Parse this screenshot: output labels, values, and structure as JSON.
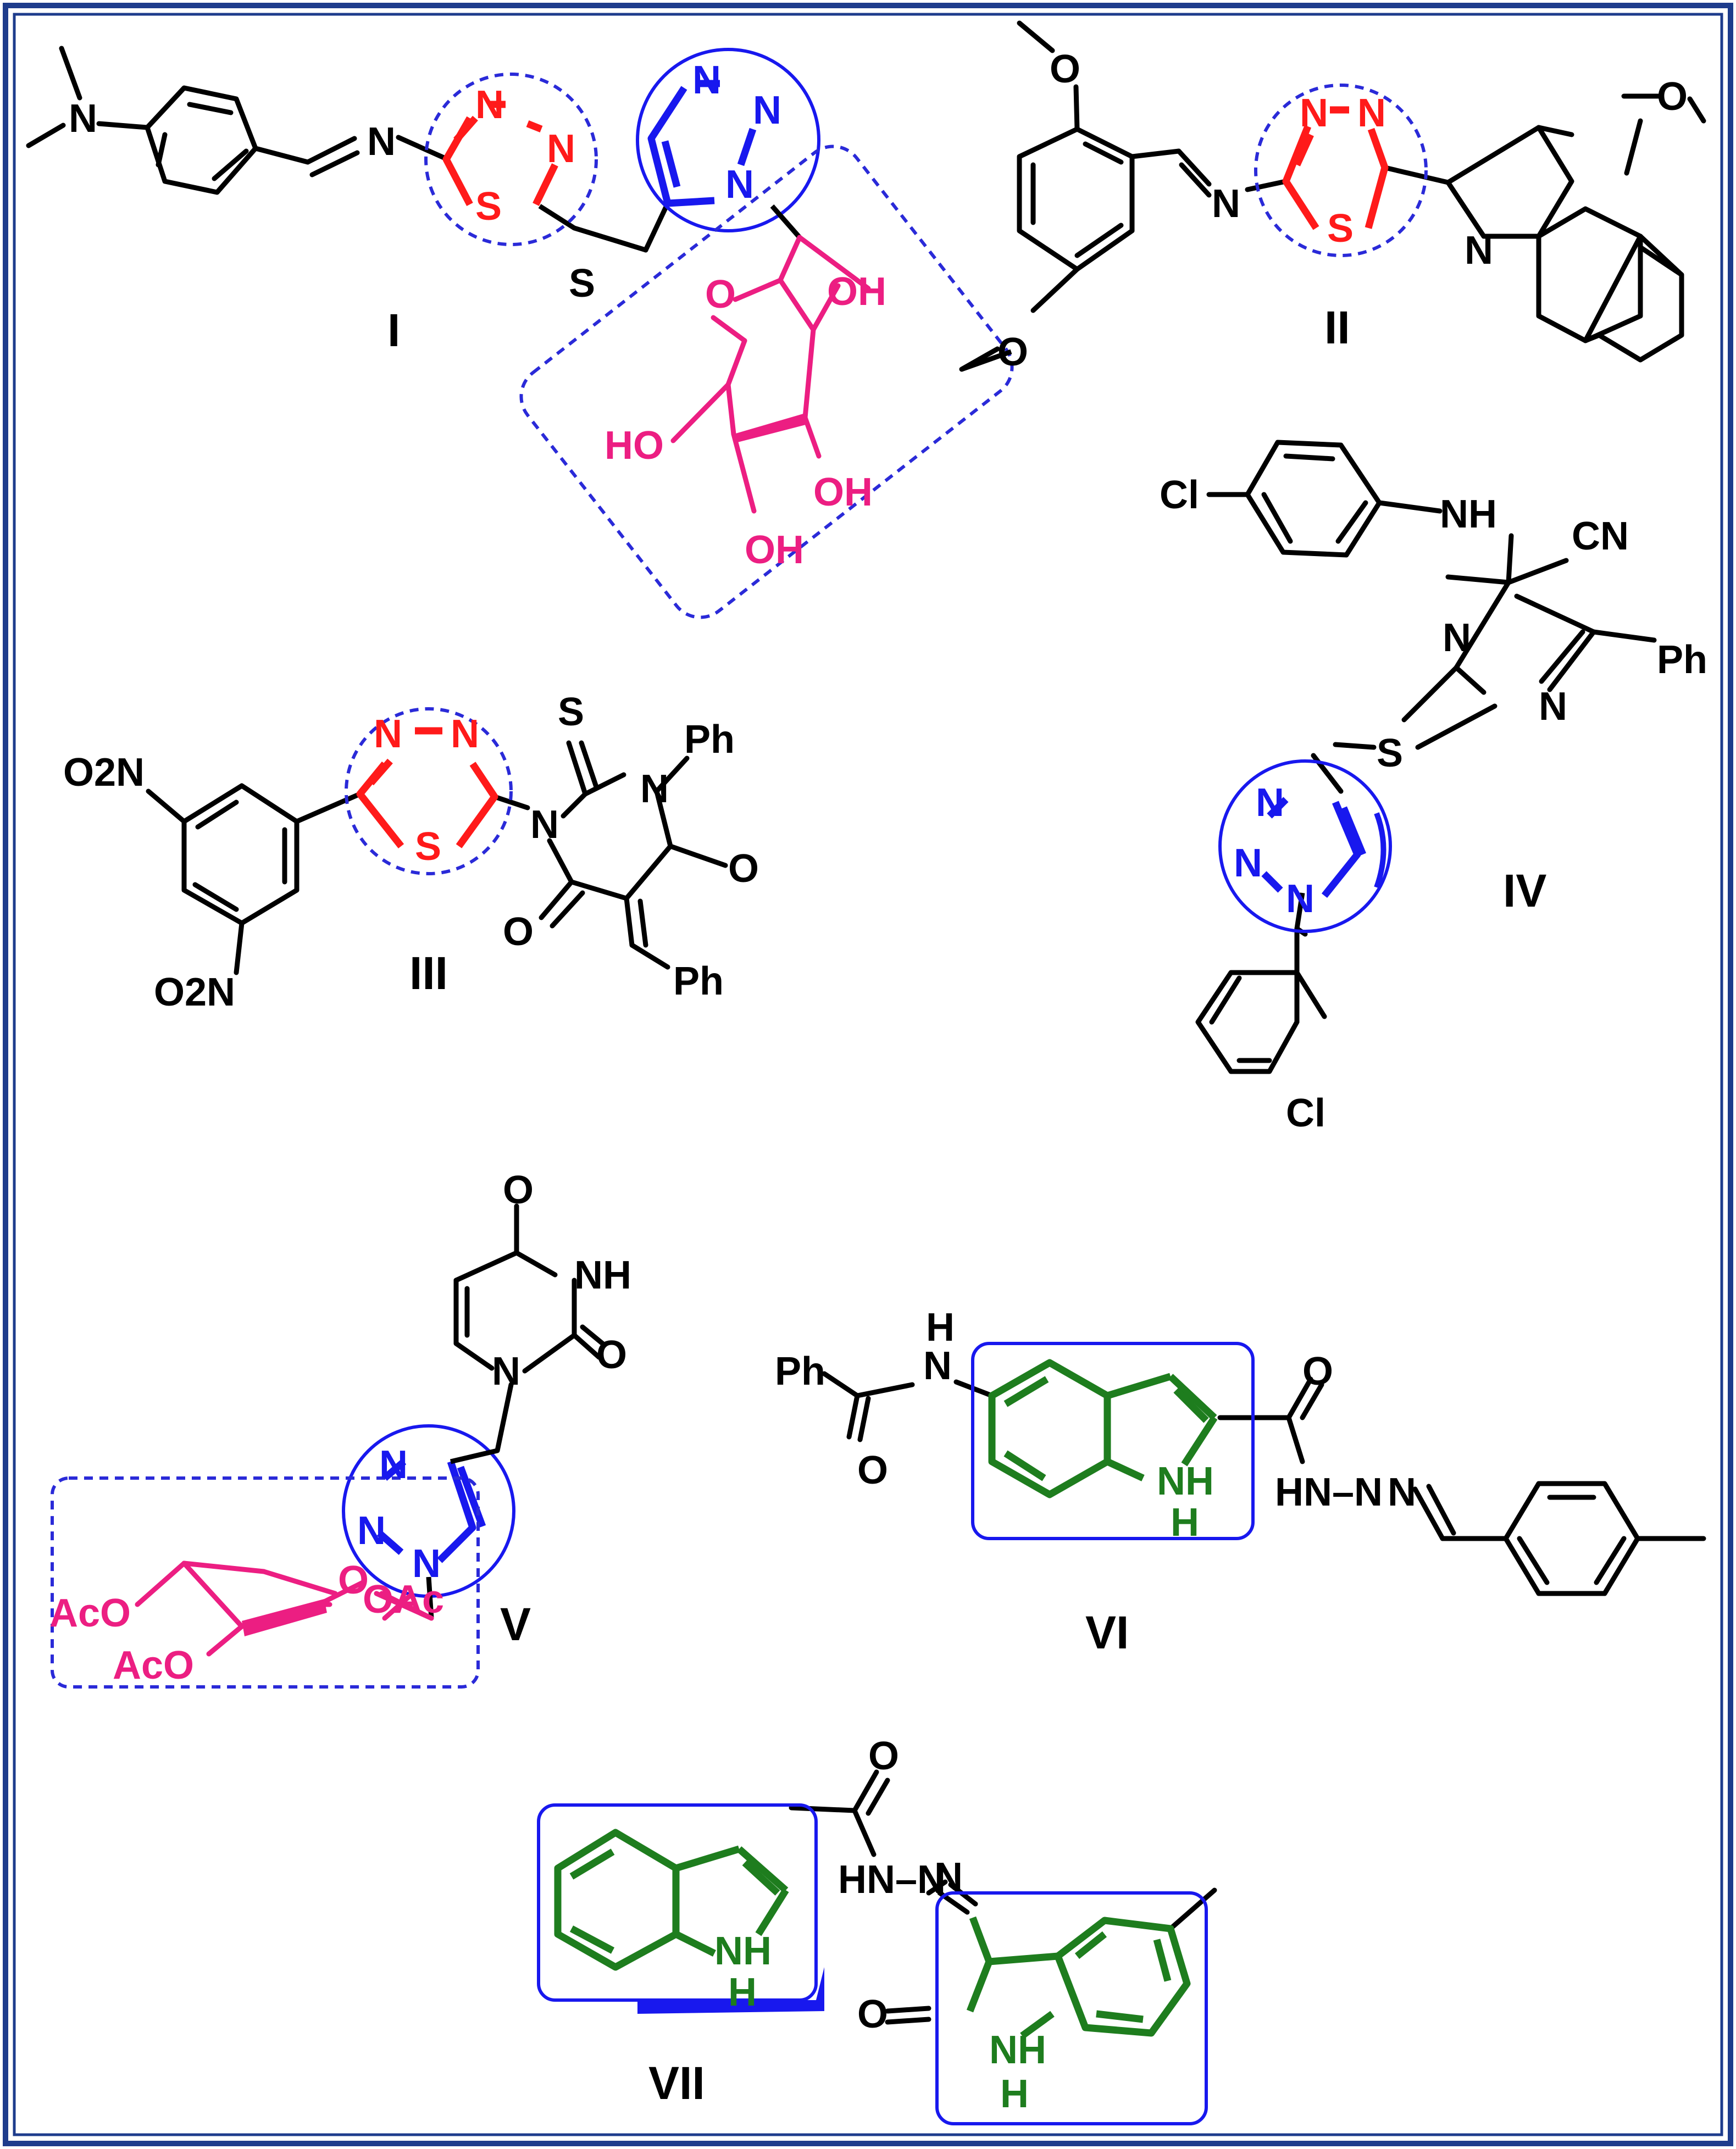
{
  "colors": {
    "frame": "#1e3c8c",
    "black": "#000000",
    "red": "#ff1a1a",
    "blue": "#1818ee",
    "dash_blue": "#2a2ad8",
    "magenta": "#ec1e82",
    "green": "#1e7d1e"
  },
  "compounds": {
    "I": {
      "label": "I",
      "atoms": {
        "n_me2": "N",
        "imine_n": "N",
        "thiadiazole_n1": "N",
        "thiadiazole_n2": "N",
        "thiadiazole_s": "S",
        "thioether_s": "S",
        "triazole_n1": "N",
        "triazole_n2": "N",
        "triazole_n3": "N",
        "ring_o": "O",
        "oh1": "OH",
        "oh2": "OH",
        "oh3": "OH",
        "ho": "HO"
      }
    },
    "II": {
      "label": "II",
      "atoms": {
        "imine_n": "N",
        "thiadiazole_n1": "N",
        "thiadiazole_n2": "N",
        "thiadiazole_s": "S",
        "quinoline_n": "N",
        "ome_o1": "O",
        "ome_o2": "O",
        "linker_o": "O"
      }
    },
    "III": {
      "label": "III",
      "atoms": {
        "no2_1": "O2N",
        "no2_2": "O2N",
        "thiadiazole_n1": "N",
        "thiadiazole_n2": "N",
        "thiadiazole_s": "S",
        "thione_s": "S",
        "n1": "N",
        "n2": "N",
        "ph1": "Ph",
        "ph2": "Ph",
        "o1": "O",
        "o2": "O"
      }
    },
    "IV": {
      "label": "IV",
      "atoms": {
        "cl1": "Cl",
        "nh": "NH",
        "cn": "CN",
        "pyr_n1": "N",
        "pyr_n2": "N",
        "ph": "Ph",
        "s": "S",
        "triazole_n1": "N",
        "triazole_n2": "N",
        "triazole_n3": "N",
        "cl2": "Cl"
      }
    },
    "V": {
      "label": "V",
      "atoms": {
        "o_top": "O",
        "nh": "NH",
        "o_side": "O",
        "n_uracil": "N",
        "triazole_n1": "N",
        "triazole_n2": "N",
        "triazole_n3": "N",
        "ring_o": "O",
        "oac1": "OAc",
        "oac2": "AcO",
        "oac3": "AcO"
      }
    },
    "VI": {
      "label": "VI",
      "atoms": {
        "ph": "Ph",
        "h_top": "H",
        "n_amide": "N",
        "o_amide": "O",
        "indole_nh_n": "NH",
        "indole_nh_h": "H",
        "o_hydrazide": "O",
        "hn_n": "HN–N",
        "n_imine": "N"
      }
    },
    "VII": {
      "label": "VII",
      "atoms": {
        "o_hydrazide": "O",
        "indole_nh_n": "NH",
        "indole_nh_h": "H",
        "hn_n": "HN–N",
        "imine_n": "N",
        "o_lactam": "O",
        "lactam_nh_n": "NH",
        "lactam_nh_h": "H"
      }
    }
  }
}
